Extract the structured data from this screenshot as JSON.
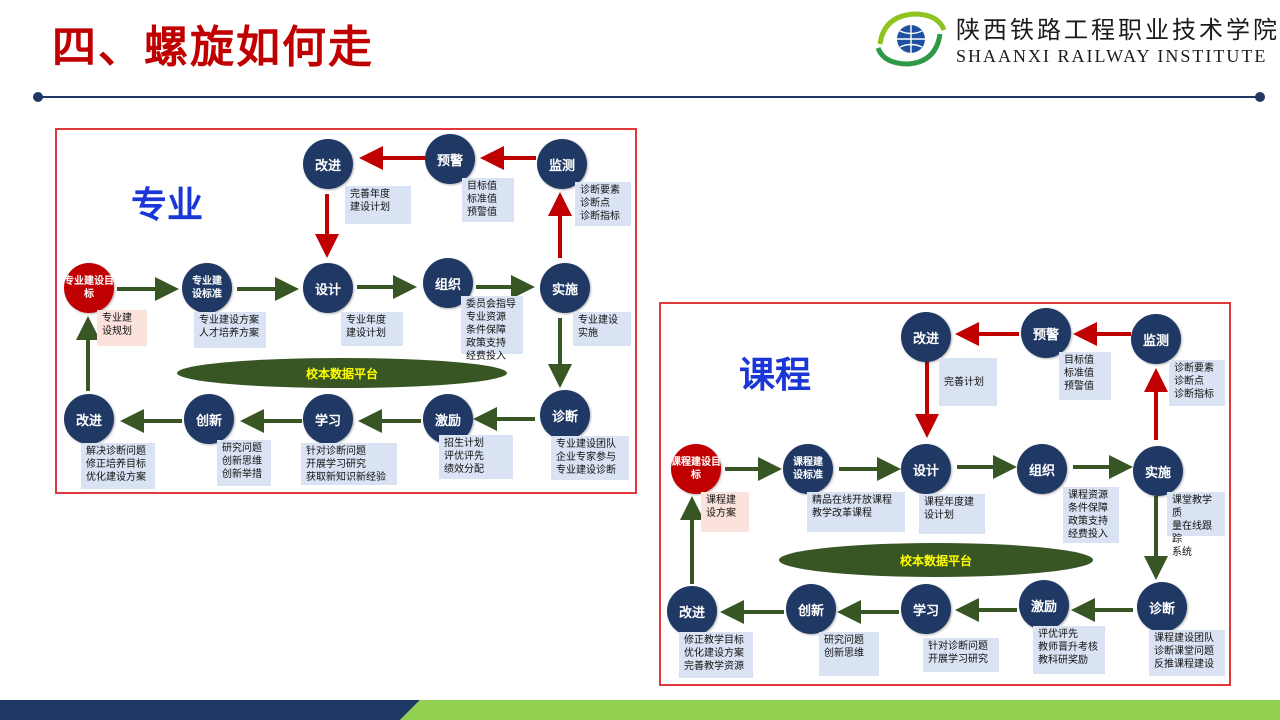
{
  "title": "四、螺旋如何走",
  "logo": {
    "cn": "陕西铁路工程职业技术学院",
    "en": "SHAANXI RAILWAY INSTITUTE"
  },
  "panels": [
    {
      "label": "专业",
      "platform": "校本数据平台",
      "nodes": {
        "goal": "专业建设目标",
        "standard": "专业建设标准",
        "design": "设计",
        "organize": "组织",
        "implement": "实施",
        "monitor": "监测",
        "warn": "预警",
        "improve_top": "改进",
        "diagnose": "诊断",
        "motivate": "激励",
        "learn": "学习",
        "innovate": "创新",
        "improve_bottom": "改进"
      },
      "notes": {
        "improve_top": "完善年度\n建设计划",
        "warn": "目标值\n标准值\n预警值",
        "monitor": "诊断要素\n诊断点\n诊断指标",
        "goal": "专业建\n设规划",
        "standard": "专业建设方案\n人才培养方案",
        "design": "专业年度\n建设计划",
        "organize": "委员会指导\n专业资源\n条件保障\n政策支持\n经费投入",
        "implement": "专业建设\n实施",
        "improve_bottom": "解决诊断问题\n修正培养目标\n优化建设方案",
        "innovate": "研究问题\n创新思维\n创新举措",
        "learn": "针对诊断问题\n开展学习研究\n获取新知识新经验",
        "motivate": "招生计划\n评优评先\n绩效分配",
        "diagnose": "专业建设团队\n企业专家参与\n专业建设诊断"
      }
    },
    {
      "label": "课程",
      "platform": "校本数据平台",
      "nodes": {
        "goal": "课程建设目标",
        "standard": "课程建设标准",
        "design": "设计",
        "organize": "组织",
        "implement": "实施",
        "monitor": "监测",
        "warn": "预警",
        "improve_top": "改进",
        "diagnose": "诊断",
        "motivate": "激励",
        "learn": "学习",
        "innovate": "创新",
        "improve_bottom": "改进"
      },
      "notes": {
        "improve_top": "完善计划",
        "warn": "目标值\n标准值\n预警值",
        "monitor": "诊断要素\n诊断点\n诊断指标",
        "goal": "课程建\n设方案",
        "standard": "精品在线开放课程\n教学改革课程",
        "design": "课程年度建\n设计划",
        "organize": "课程资源\n条件保障\n政策支持\n经费投入",
        "implement": "课堂教学质\n量在线跟踪\n系统",
        "improve_bottom": "修正教学目标\n优化建设方案\n完善教学资源",
        "innovate": "研究问题\n创新思维",
        "learn": "针对诊断问题\n开展学习研究",
        "motivate": "评优评先\n教师晋升考核\n教科研奖励",
        "diagnose": "课程建设团队\n诊断课堂问题\n反推课程建设"
      }
    }
  ],
  "colors": {
    "title": "#c00000",
    "node": "#1f3864",
    "goal_node": "#c00000",
    "note": "#dae3f3",
    "note_goal": "#fbe2dc",
    "arrow_green": "#375623",
    "arrow_red": "#c00000",
    "platform": "#375623",
    "platform_text": "#ffff00",
    "panel_border": "#e0373c",
    "label": "#1a36d6"
  }
}
